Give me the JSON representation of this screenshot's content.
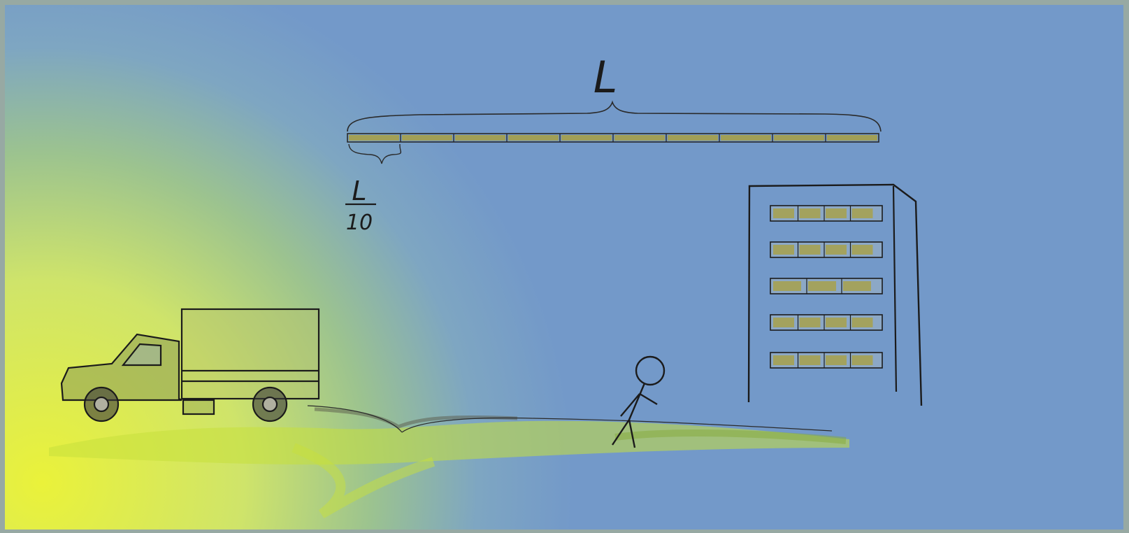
{
  "diagram": {
    "labels": {
      "total_length": "L",
      "segment_numerator": "L",
      "segment_denominator": "10"
    },
    "rod": {
      "segment_count": 10
    },
    "shelf_rows": [
      {
        "slots": 4
      },
      {
        "slots": 4
      },
      {
        "slots": 3
      },
      {
        "slots": 4
      },
      {
        "slots": 4
      }
    ],
    "colors": {
      "background_left": "#e6f23f",
      "background_mid": "#93c08c",
      "background_right": "#7399c9",
      "ink": "#1b1b1b",
      "rod_fill": "#a9a043",
      "grass": "#c7e03c"
    }
  }
}
